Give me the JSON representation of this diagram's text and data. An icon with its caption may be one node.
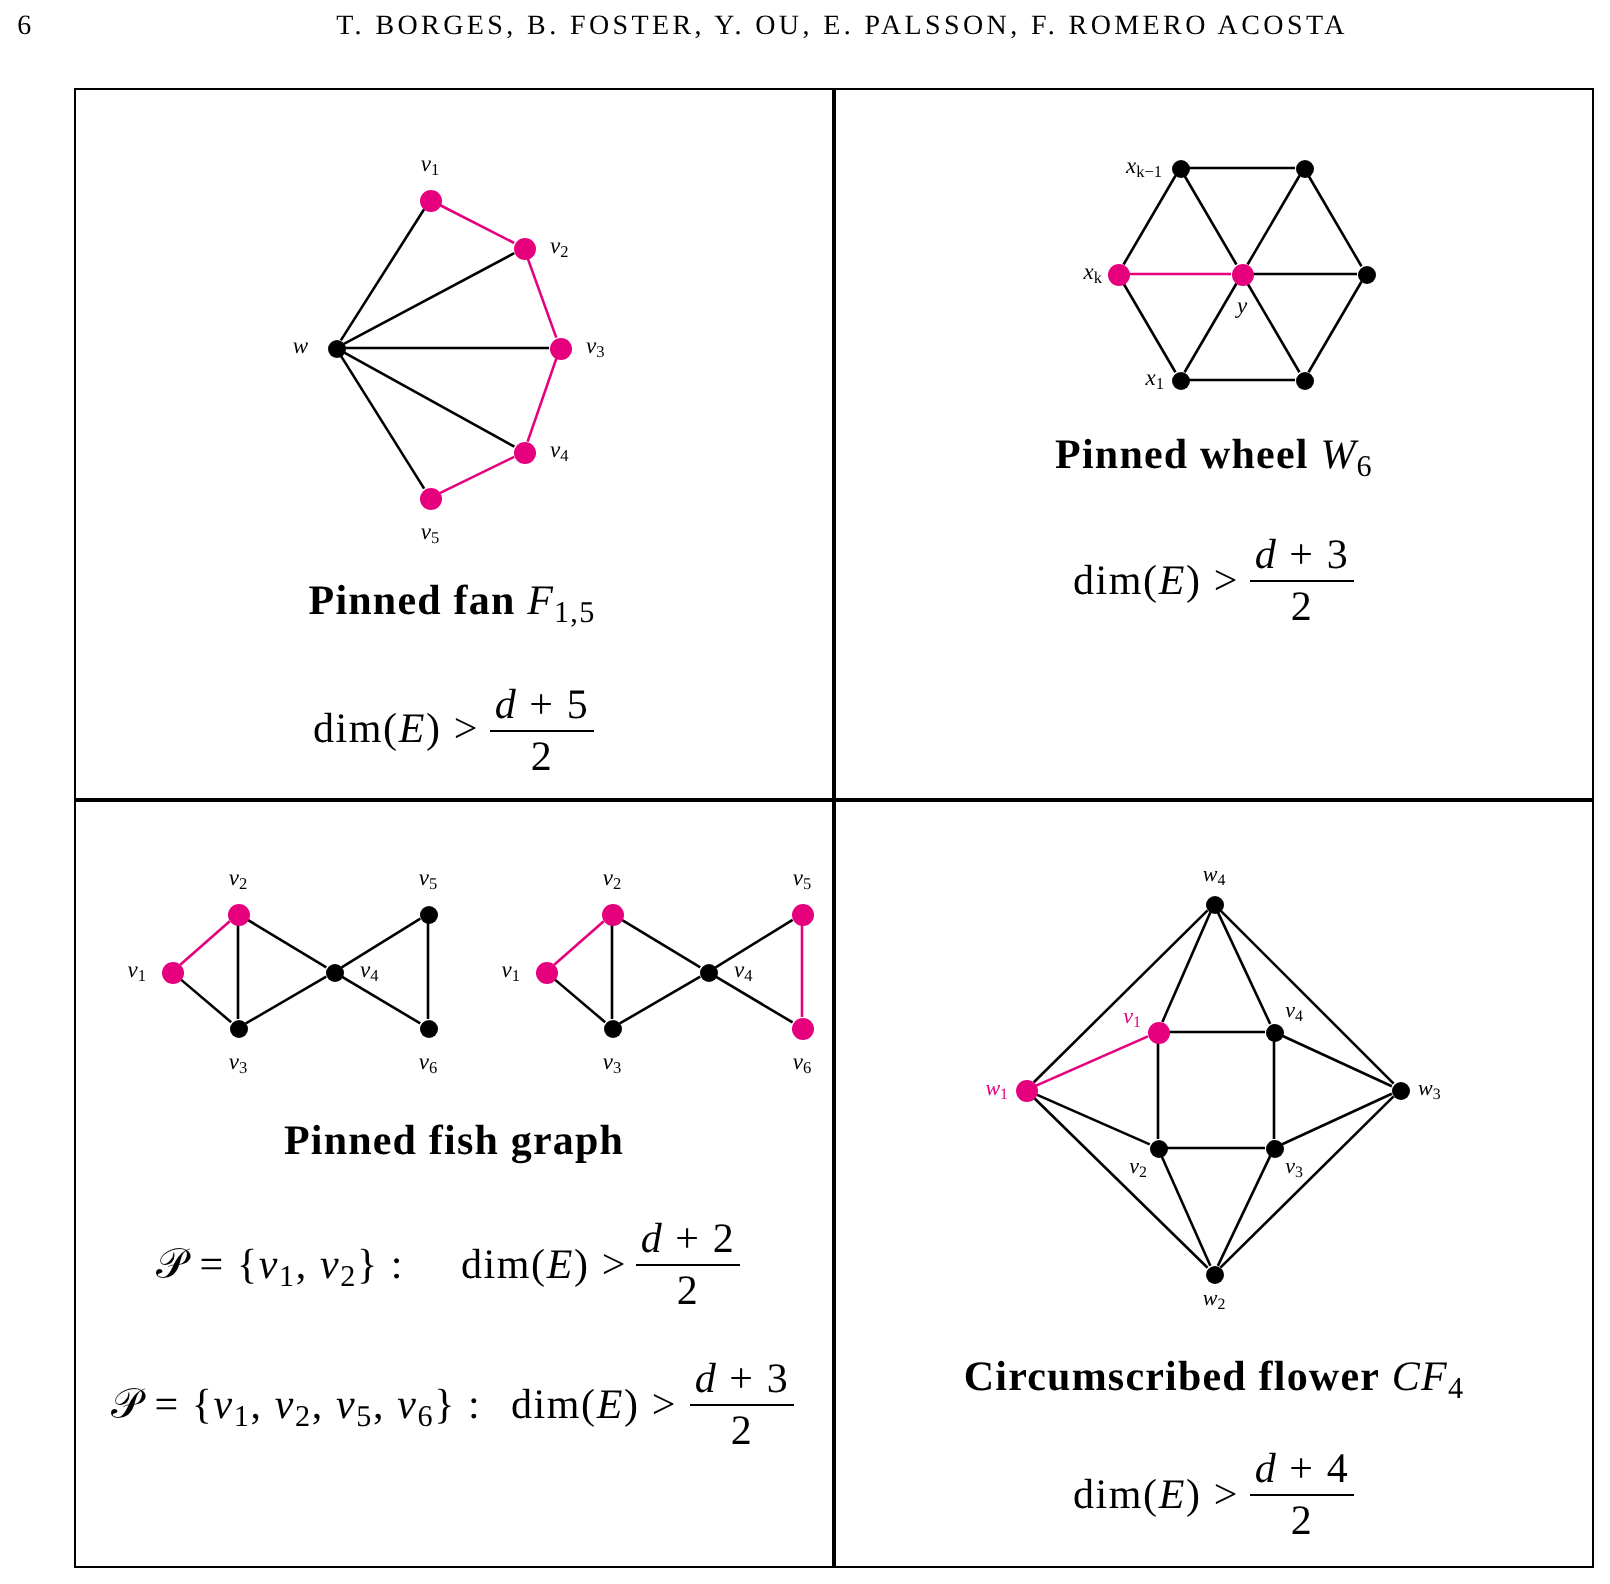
{
  "diagram": {
    "nodes": [
      {
        "text": [
          "**Pinned fan** *F*$_{1,5}$",
          "dim(*E*) >",
          "*d* + 5",
          "2"
        ]
      },
      {
        "text": [],
        "shape": "circle",
        "in": 0,
        "beside": [
          "*v*$_{1}$"
        ]
      },
      {
        "text": [],
        "shape": "circle",
        "in": 0,
        "beside": [
          "*v*$_{2}$"
        ]
      },
      {
        "text": [],
        "shape": "circle",
        "in": 0,
        "beside": [
          "*w*"
        ]
      },
      {
        "text": [],
        "shape": "circle",
        "in": 0,
        "beside": [
          "*v*$_{3}$"
        ]
      },
      {
        "text": [],
        "shape": "circle",
        "in": 0,
        "beside": [
          "*v*$_{4}$"
        ]
      },
      {
        "text": [],
        "shape": "circle",
        "in": 0,
        "beside": [
          "*v*$_{5}$"
        ]
      },
      {
        "text": [
          "**Pinned wheel** *W*$_{6}$",
          "dim(*E*) >",
          "*d* + 3",
          "2"
        ]
      },
      {
        "text": [],
        "shape": "circle",
        "in": 7,
        "beside": [
          "*x*$_{k−1}$"
        ]
      },
      {
        "text": [],
        "shape": "circle",
        "in": 7
      },
      {
        "text": [],
        "shape": "circle",
        "in": 7,
        "beside": [
          "*x*$_{k}$"
        ]
      },
      {
        "text": [],
        "shape": "circle",
        "in": 7,
        "beside": [
          "*y*"
        ]
      },
      {
        "text": [],
        "shape": "circle",
        "in": 7
      },
      {
        "text": [],
        "shape": "circle",
        "in": 7,
        "beside": [
          "*x*$_{1}$"
        ]
      },
      {
        "text": [],
        "shape": "circle",
        "in": 7
      },
      {
        "text": [
          "Pinned fish graph",
          "𝒫 = {*v*$_{1}$, *v*$_{2}$} :",
          "dim(*E*) >",
          "*d* + 2",
          "2",
          "𝒫 = {*v*$_{1}$, *v*$_{2}$, *v*$_{5}$, *v*$_{6}$} :",
          "dim(*E*) >",
          "*d* + 3",
          "2"
        ]
      },
      {
        "text": [],
        "shape": "circle",
        "in": 15,
        "beside": [
          "*v*$_{1}$"
        ]
      },
      {
        "text": [],
        "shape": "circle",
        "in": 15,
        "beside": [
          "*v*$_{2}$"
        ]
      },
      {
        "text": [],
        "shape": "circle",
        "in": 15,
        "beside": [
          "*v*$_{3}$"
        ]
      },
      {
        "text": [],
        "shape": "circle",
        "in": 15,
        "beside": [
          "*v*$_{4}$"
        ]
      },
      {
        "text": [],
        "shape": "circle",
        "in": 15,
        "beside": [
          "*v*$_{5}$"
        ]
      },
      {
        "text": [],
        "shape": "circle",
        "in": 15,
        "beside": [
          "*v*$_{6}$"
        ]
      },
      {
        "text": [],
        "shape": "circle",
        "in": 15,
        "beside": [
          "*v*$_{1}$"
        ]
      },
      {
        "text": [],
        "shape": "circle",
        "in": 15,
        "beside": [
          "*v*$_{2}$"
        ]
      },
      {
        "text": [],
        "shape": "circle",
        "in": 15,
        "beside": [
          "*v*$_{3}$"
        ]
      },
      {
        "text": [],
        "shape": "circle",
        "in": 15,
        "beside": [
          "*v*$_{4}$"
        ]
      },
      {
        "text": [],
        "shape": "circle",
        "in": 15,
        "beside": [
          "*v*$_{5}$"
        ]
      },
      {
        "text": [],
        "shape": "circle",
        "in": 15,
        "beside": [
          "*v*$_{6}$"
        ]
      },
      {
        "text": [
          "**Circumscribed flower** *CF*$_{4}$",
          "dim(*E*) >",
          "*d* + 4",
          "2"
        ]
      },
      {
        "text": [],
        "shape": "circle",
        "in": 28,
        "beside": [
          "*w*$_{4}$"
        ]
      },
      {
        "text": [],
        "shape": "circle",
        "in": 28,
        "beside": [
          "*v*$_{1}$"
        ]
      },
      {
        "text": [],
        "shape": "circle",
        "in": 28,
        "beside": [
          "*v*$_{4}$"
        ]
      },
      {
        "text": [],
        "shape": "circle",
        "in": 28,
        "beside": [
          "*w*$_{1}$"
        ]
      },
      {
        "text": [],
        "shape": "circle",
        "in": 28,
        "beside": [
          "*w*$_{3}$"
        ]
      },
      {
        "text": [],
        "shape": "circle",
        "in": 28,
        "beside": [
          "*v*$_{2}$"
        ]
      },
      {
        "text": [],
        "shape": "circle",
        "in": 28,
        "beside": [
          "*v*$_{3}$"
        ]
      },
      {
        "text": [],
        "shape": "circle",
        "in": 28,
        "beside": [
          "*w*$_{2}$"
        ]
      }
    ],
    "edges": [
      {
        "from": 3,
        "to": 1,
        "arrow": "none"
      },
      {
        "from": 3,
        "to": 2,
        "arrow": "none"
      },
      {
        "from": 3,
        "to": 4,
        "arrow": "none"
      },
      {
        "from": 3,
        "to": 5,
        "arrow": "none"
      },
      {
        "from": 3,
        "to": 6,
        "arrow": "none"
      },
      {
        "from": 1,
        "to": 2,
        "arrow": "none",
        "color": "#e6007e"
      },
      {
        "from": 2,
        "to": 4,
        "arrow": "none",
        "color": "#e6007e"
      },
      {
        "from": 4,
        "to": 5,
        "arrow": "none",
        "color": "#e6007e"
      },
      {
        "from": 5,
        "to": 6,
        "arrow": "none",
        "color": "#e6007e"
      },
      {
        "from": 8,
        "to": 9,
        "arrow": "none"
      },
      {
        "from": 8,
        "to": 10,
        "arrow": "none"
      },
      {
        "from": 8,
        "to": 11,
        "arrow": "none"
      },
      {
        "from": 9,
        "to": 11,
        "arrow": "none"
      },
      {
        "from": 9,
        "to": 12,
        "arrow": "none"
      },
      {
        "from": 10,
        "to": 11,
        "arrow": "none",
        "color": "#e6007e"
      },
      {
        "from": 10,
        "to": 13,
        "arrow": "none"
      },
      {
        "from": 11,
        "to": 12,
        "arrow": "none"
      },
      {
        "from": 11,
        "to": 13,
        "arrow": "none"
      },
      {
        "from": 11,
        "to": 14,
        "arrow": "none"
      },
      {
        "from": 12,
        "to": 14,
        "arrow": "none"
      },
      {
        "from": 13,
        "to": 14,
        "arrow": "none"
      },
      {
        "from": 16,
        "to": 17,
        "arrow": "none",
        "color": "#e6007e"
      },
      {
        "from": 16,
        "to": 18,
        "arrow": "none"
      },
      {
        "from": 17,
        "to": 18,
        "arrow": "none"
      },
      {
        "from": 17,
        "to": 19,
        "arrow": "none"
      },
      {
        "from": 18,
        "to": 19,
        "arrow": "none"
      },
      {
        "from": 19,
        "to": 20,
        "arrow": "none"
      },
      {
        "from": 19,
        "to": 21,
        "arrow": "none"
      },
      {
        "from": 20,
        "to": 21,
        "arrow": "none"
      },
      {
        "from": 22,
        "to": 23,
        "arrow": "none",
        "color": "#e6007e"
      },
      {
        "from": 22,
        "to": 24,
        "arrow": "none"
      },
      {
        "from": 23,
        "to": 24,
        "arrow": "none"
      },
      {
        "from": 23,
        "to": 25,
        "arrow": "none"
      },
      {
        "from": 24,
        "to": 25,
        "arrow": "none"
      },
      {
        "from": 25,
        "to": 26,
        "arrow": "none"
      },
      {
        "from": 25,
        "to": 27,
        "arrow": "none"
      },
      {
        "from": 26,
        "to": 27,
        "arrow": "none",
        "color": "#e6007e"
      },
      {
        "from": 29,
        "to": 30,
        "arrow": "none"
      },
      {
        "from": 29,
        "to": 31,
        "arrow": "none"
      },
      {
        "from": 29,
        "to": 32,
        "arrow": "none"
      },
      {
        "from": 29,
        "to": 33,
        "arrow": "none"
      },
      {
        "from": 30,
        "to": 31,
        "arrow": "none"
      },
      {
        "from": 30,
        "to": 32,
        "arrow": "none",
        "color": "#e6007e"
      },
      {
        "from": 30,
        "to": 34,
        "arrow": "none"
      },
      {
        "from": 31,
        "to": 33,
        "arrow": "none"
      },
      {
        "from": 31,
        "to": 35,
        "arrow": "none"
      },
      {
        "from": 32,
        "to": 34,
        "arrow": "none"
      },
      {
        "from": 32,
        "to": 36,
        "arrow": "none"
      },
      {
        "from": 33,
        "to": 35,
        "arrow": "none"
      },
      {
        "from": 33,
        "to": 36,
        "arrow": "none"
      },
      {
        "from": 34,
        "to": 35,
        "arrow": "none"
      },
      {
        "from": 34,
        "to": 36,
        "arrow": "none"
      },
      {
        "from": 35,
        "to": 36,
        "arrow": "none"
      }
    ],
    "labels": [
      "6",
      "T. BORGES, B. FOSTER, Y. OU, E. PALSSON, F. ROMERO ACOSTA"
    ]
  }
}
